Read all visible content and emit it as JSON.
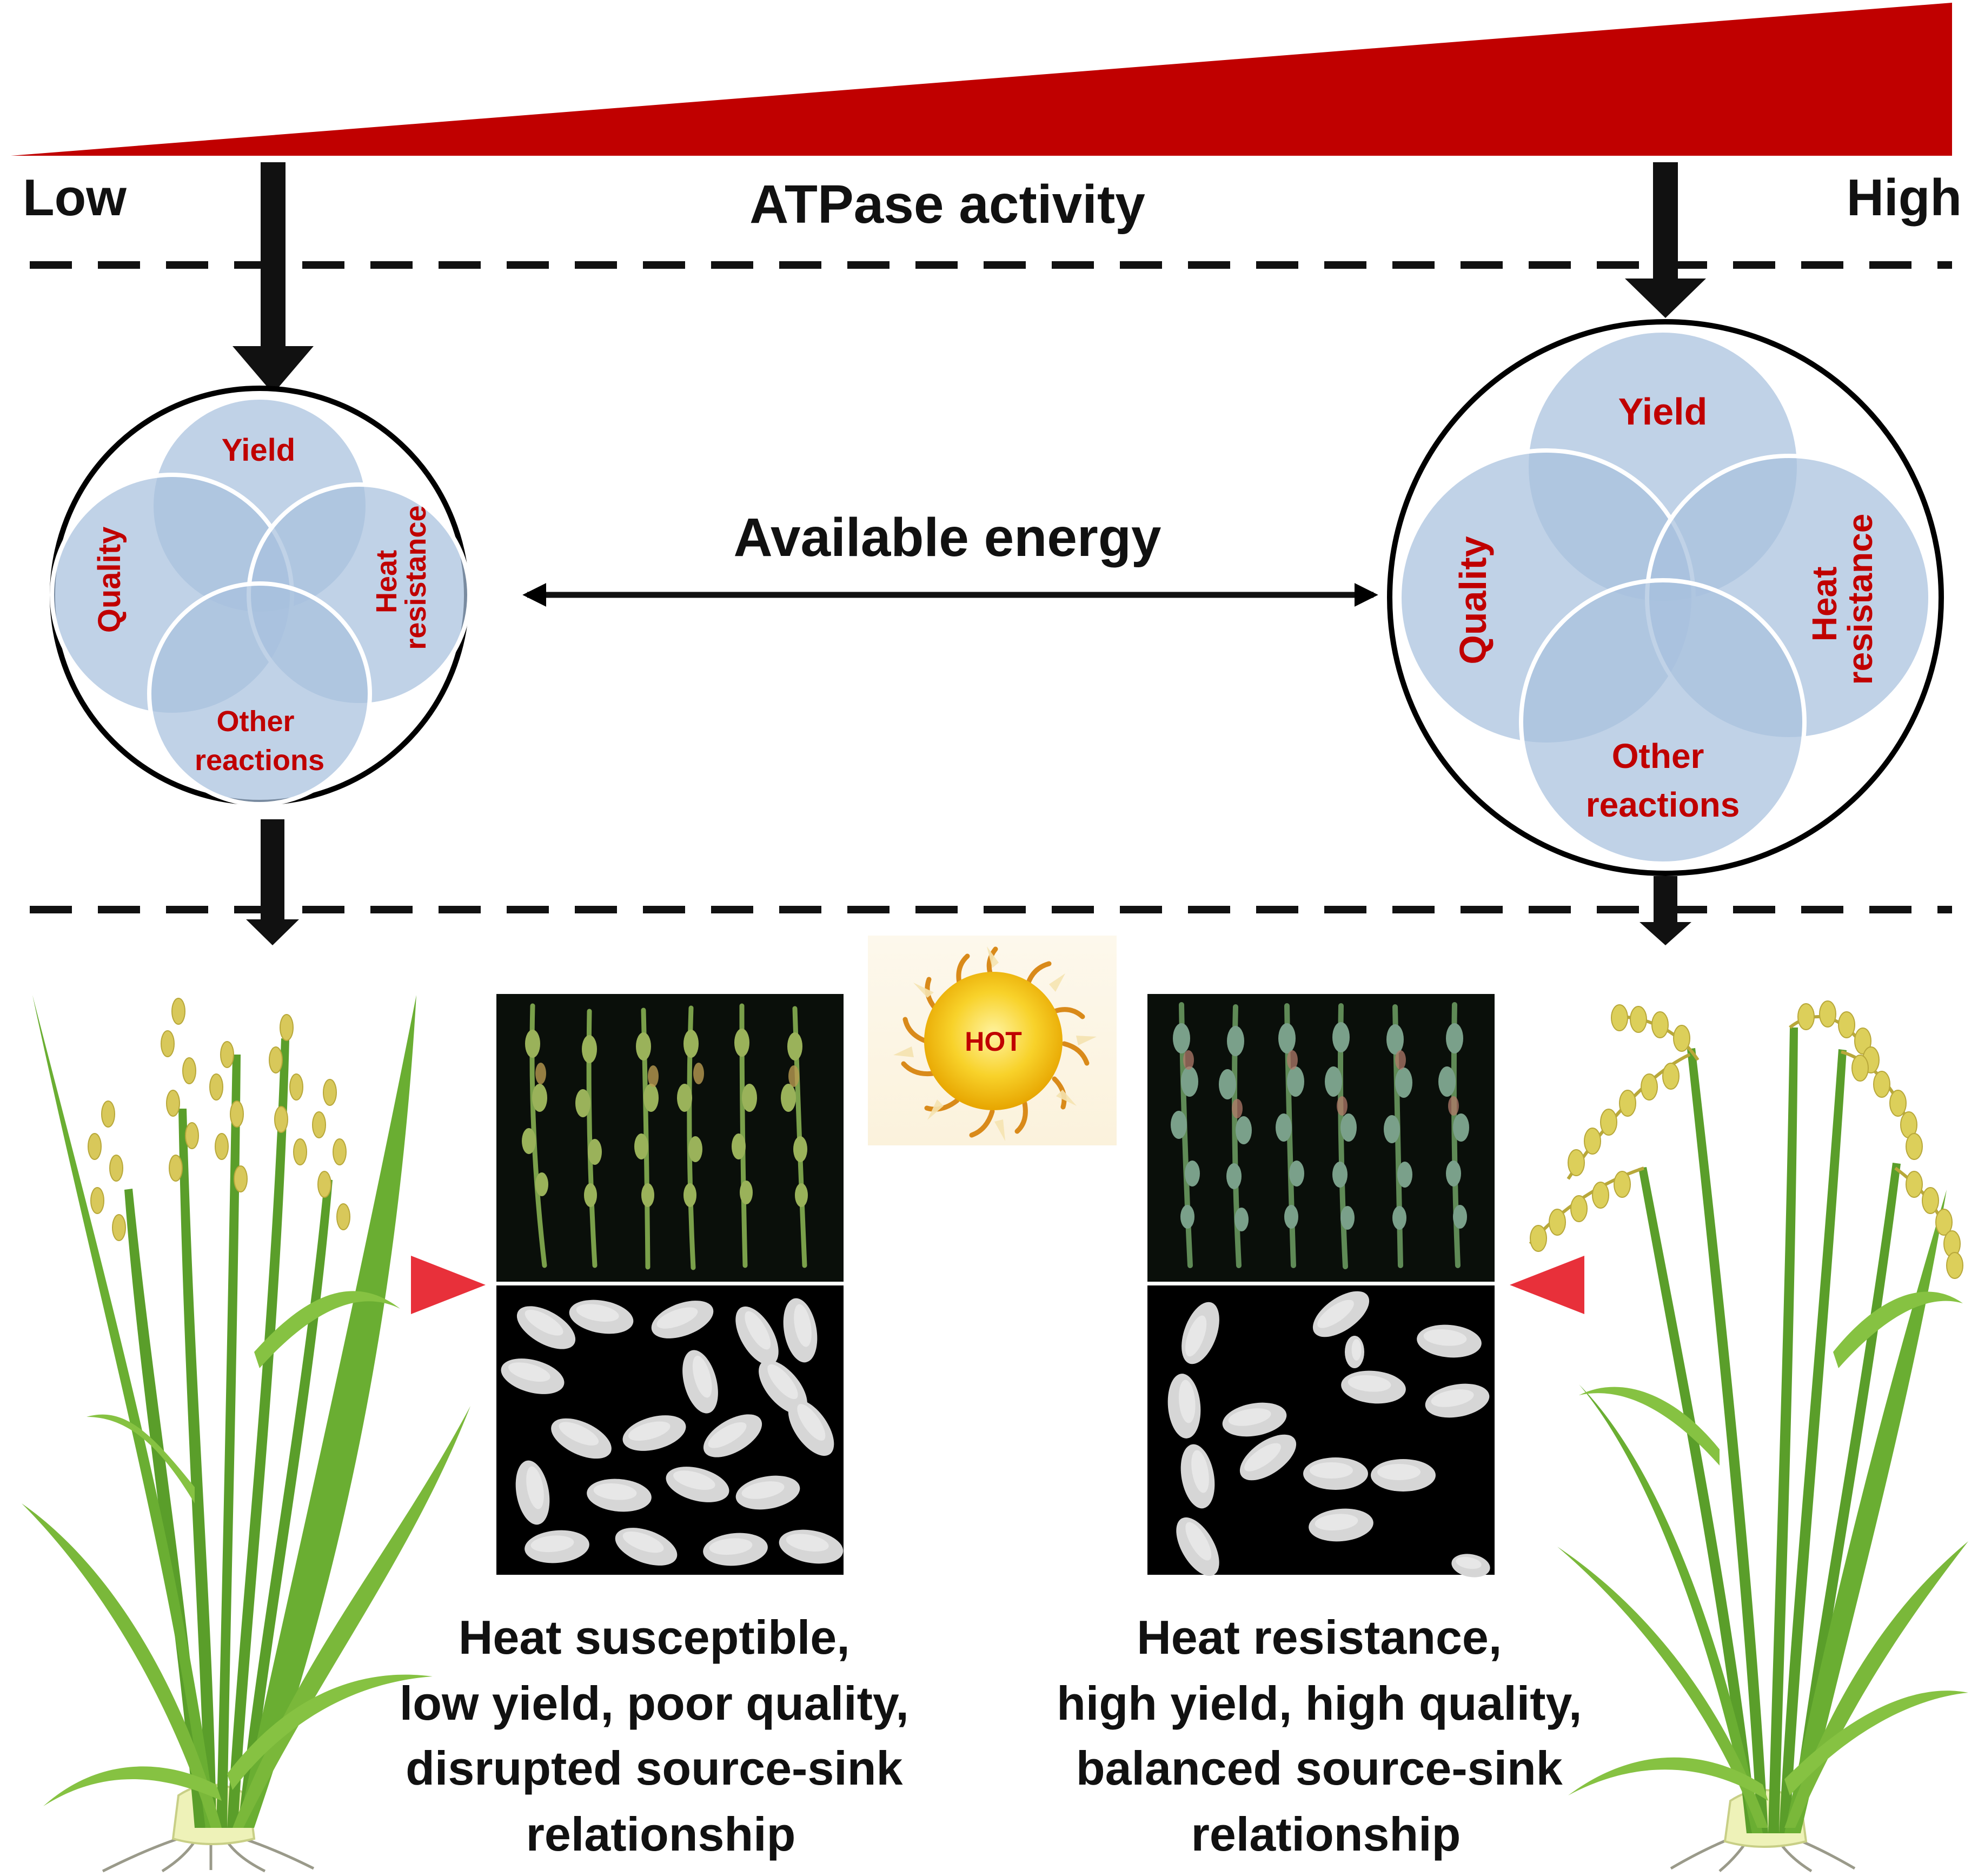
{
  "gradient": {
    "low_label": "Low",
    "title": "ATPase activity",
    "high_label": "High",
    "color": "#c00000"
  },
  "middle": {
    "label": "Available energy"
  },
  "venn_left": {
    "top": "Yield",
    "left": "Quality",
    "right_line1": "Heat",
    "right_line2": "resistance",
    "bottom_line1": "Other",
    "bottom_line2": "reactions"
  },
  "venn_right": {
    "top": "Yield",
    "left": "Quality",
    "right_line1": "Heat",
    "right_line2": "resistance",
    "bottom_line1": "Other",
    "bottom_line2": "reactions"
  },
  "sun": {
    "label": "HOT"
  },
  "outcome_left": {
    "line1": "Heat  susceptible,",
    "line2": "low yield, poor quality,",
    "line3": "disrupted source-sink",
    "line4": "relationship"
  },
  "outcome_right": {
    "line1": "Heat  resistance,",
    "line2": "high yield, high quality,",
    "line3": "balanced source-sink",
    "line4": "relationship"
  },
  "colors": {
    "venn_fill": "#a8c0de",
    "venn_label": "#c00000",
    "marker": "#e8303a",
    "plant_green": "#5a9e2a",
    "panicle_yellow": "#d8c85a"
  }
}
